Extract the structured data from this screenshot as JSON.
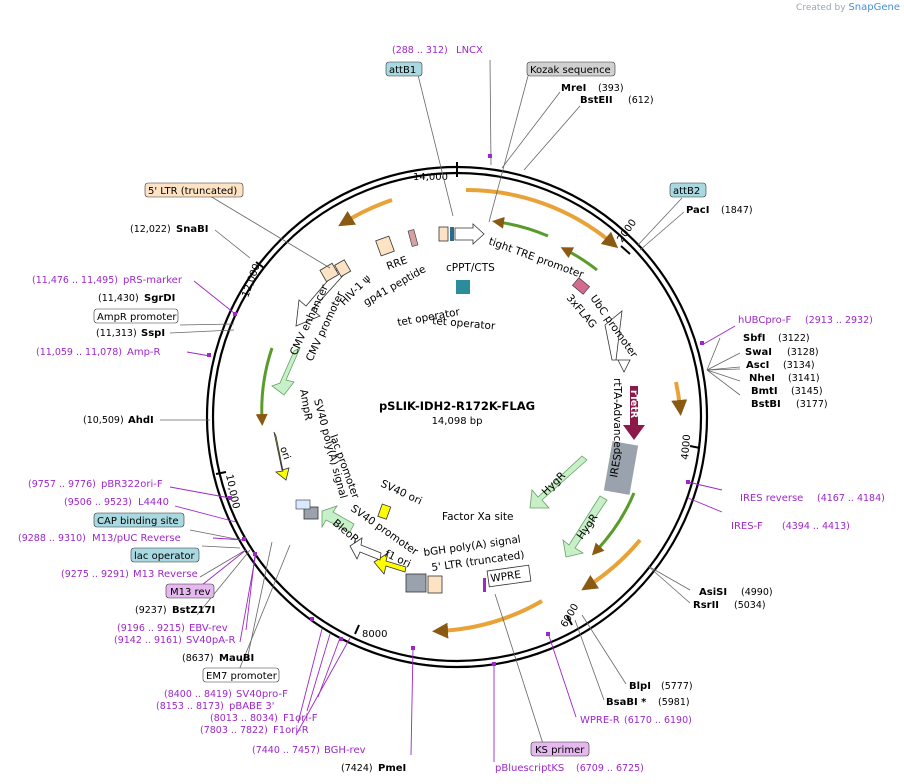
{
  "credit": {
    "prefix": "Created by",
    "brand": "SnapGene"
  },
  "map": {
    "name": "pSLIK-IDH2-R172K-FLAG",
    "length": "14,098 bp"
  },
  "ticks": [
    "2000",
    "4000",
    "6000",
    "8000",
    "10,000",
    "12,000",
    "14,000"
  ],
  "right_labels": [
    {
      "name": "MreI",
      "pos": "(393)",
      "kind": "enzyme"
    },
    {
      "name": "BstEII",
      "pos": "(612)",
      "kind": "enzyme"
    },
    {
      "name": "PacI",
      "pos": "(1847)",
      "kind": "enzyme"
    },
    {
      "name": "hUBCpro-F",
      "pos": "(2913 .. 2932)",
      "kind": "primer"
    },
    {
      "name": "SbfI",
      "pos": "(3122)",
      "kind": "enzyme"
    },
    {
      "name": "SwaI",
      "pos": "(3128)",
      "kind": "enzyme"
    },
    {
      "name": "AscI",
      "pos": "(3134)",
      "kind": "enzyme"
    },
    {
      "name": "NheI",
      "pos": "(3141)",
      "kind": "enzyme"
    },
    {
      "name": "BmtI",
      "pos": "(3145)",
      "kind": "enzyme"
    },
    {
      "name": "BstBI",
      "pos": "(3177)",
      "kind": "enzyme"
    },
    {
      "name": "IRES reverse",
      "pos": "(4167 .. 4184)",
      "kind": "primer"
    },
    {
      "name": "IRES-F",
      "pos": "(4394 .. 4413)",
      "kind": "primer"
    },
    {
      "name": "AsiSI",
      "pos": "(4990)",
      "kind": "enzyme"
    },
    {
      "name": "RsrII",
      "pos": "(5034)",
      "kind": "enzyme"
    },
    {
      "name": "BlpI",
      "pos": "(5777)",
      "kind": "enzyme"
    },
    {
      "name": "BsaBI *",
      "pos": "(5981)",
      "kind": "enzyme"
    },
    {
      "name": "WPRE-R",
      "pos": "(6170 .. 6190)",
      "kind": "primer"
    },
    {
      "name": "pBluescriptKS",
      "pos": "(6709 .. 6725)",
      "kind": "primer"
    }
  ],
  "left_labels": [
    {
      "name": "LNCX",
      "pos": "(288 .. 312)",
      "kind": "primer"
    },
    {
      "name": "SnaBI",
      "pos": "(12,022)",
      "kind": "enzyme"
    },
    {
      "name": "pRS-marker",
      "pos": "(11,476 .. 11,495)",
      "kind": "primer"
    },
    {
      "name": "SgrDI",
      "pos": "(11,430)",
      "kind": "enzyme"
    },
    {
      "name": "SspI",
      "pos": "(11,313)",
      "kind": "enzyme"
    },
    {
      "name": "Amp-R",
      "pos": "(11,059 .. 11,078)",
      "kind": "primer"
    },
    {
      "name": "AhdI",
      "pos": "(10,509)",
      "kind": "enzyme"
    },
    {
      "name": "pBR322ori-F",
      "pos": "(9757 .. 9776)",
      "kind": "primer"
    },
    {
      "name": "L4440",
      "pos": "(9506 .. 9523)",
      "kind": "primer"
    },
    {
      "name": "M13/pUC Reverse",
      "pos": "(9288 .. 9310)",
      "kind": "primer"
    },
    {
      "name": "M13 Reverse",
      "pos": "(9275 .. 9291)",
      "kind": "primer"
    },
    {
      "name": "BstZ17I",
      "pos": "(9237)",
      "kind": "enzyme"
    },
    {
      "name": "EBV-rev",
      "pos": "(9196 .. 9215)",
      "kind": "primer"
    },
    {
      "name": "SV40pA-R",
      "pos": "(9142 .. 9161)",
      "kind": "primer"
    },
    {
      "name": "MauBI",
      "pos": "(8637)",
      "kind": "enzyme"
    },
    {
      "name": "SV40pro-F",
      "pos": "(8400 .. 8419)",
      "kind": "primer"
    },
    {
      "name": "pBABE 3'",
      "pos": "(8153 .. 8173)",
      "kind": "primer"
    },
    {
      "name": "F1ori-F",
      "pos": "(8013 .. 8034)",
      "kind": "primer"
    },
    {
      "name": "F1ori-R",
      "pos": "(7803 .. 7822)",
      "kind": "primer"
    },
    {
      "name": "BGH-rev",
      "pos": "(7440 .. 7457)",
      "kind": "primer"
    },
    {
      "name": "PmeI",
      "pos": "(7424)",
      "kind": "enzyme"
    }
  ],
  "boxes": [
    {
      "name": "attB1",
      "color": "#a8d8e0"
    },
    {
      "name": "Kozak sequence",
      "color": "#d0d0d0"
    },
    {
      "name": "attB2",
      "color": "#a8d8e0"
    },
    {
      "name": "5' LTR (truncated)",
      "color": "#fde3c4"
    },
    {
      "name": "AmpR promoter",
      "color": "#ffffff"
    },
    {
      "name": "CAP binding site",
      "color": "#a8d8e0"
    },
    {
      "name": "lac operator",
      "color": "#a8d8e0"
    },
    {
      "name": "M13 rev",
      "color": "#e6b8f0"
    },
    {
      "name": "EM7 promoter",
      "color": "#ffffff"
    },
    {
      "name": "KS primer",
      "color": "#e6b8f0"
    }
  ],
  "inner_labels": [
    "tight TRE promoter",
    "cPPT/CTS",
    "RRE",
    "gp41 peptide",
    "HIV-1 ψ",
    "tet operator",
    "tet operator",
    "3xFLAG",
    "UbC promoter",
    "rtTA-Advanced",
    "rTetR",
    "IRES",
    "HygR",
    "HygR",
    "Factor Xa site",
    "WPRE",
    "bGH poly(A) signal",
    "5' LTR (truncated)",
    "f1 ori",
    "SV40 promoter",
    "BleoR",
    "SV40 ori",
    "ori",
    "lac promoter",
    "SV40 poly(A) signal",
    "AmpR",
    "CMV enhancer",
    "CMV promoter"
  ],
  "colors": {
    "primer": "#9d27c9",
    "backbone": "#000000",
    "orf_orange": "#e8a238",
    "green": "#6cc644"
  }
}
